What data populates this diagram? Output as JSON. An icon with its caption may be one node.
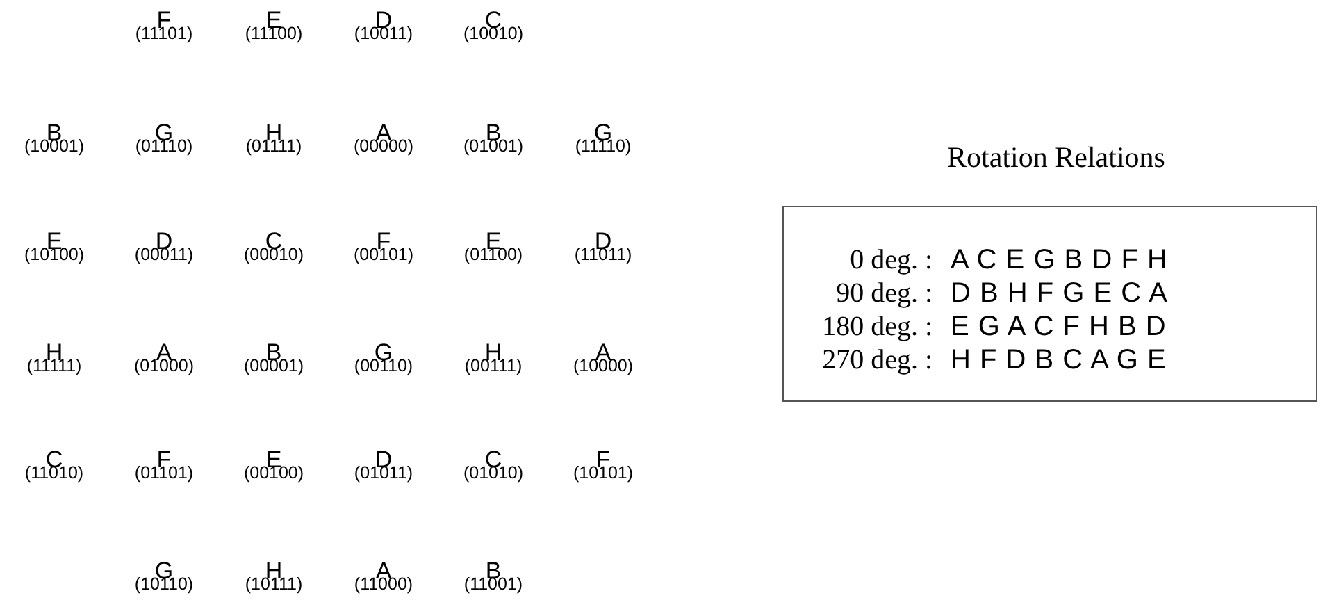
{
  "diagram": {
    "title": "Rotation Relations",
    "nodes": [
      {
        "text": [
          "0 deg. :",
          "A C E G B D F H",
          "90 deg. :",
          "D B H F G E C A",
          "180 deg. :",
          "E G A C F H B D",
          "270 deg. :",
          "H F D B C A G E"
        ]
      }
    ],
    "labels": [
      "F",
      "(11101)",
      "E",
      "(11100)",
      "D",
      "(10011)",
      "C",
      "(10010)",
      "B",
      "(10001)",
      "G",
      "(01110)",
      "H",
      "(01111)",
      "A",
      "(00000)",
      "B",
      "(01001)",
      "G",
      "(11110)",
      "E",
      "(10100)",
      "D",
      "(00011)",
      "C",
      "(00010)",
      "F",
      "(00101)",
      "E",
      "(01100)",
      "D",
      "(11011)",
      "H",
      "(11111)",
      "A",
      "(01000)",
      "B",
      "(00001)",
      "G",
      "(00110)",
      "H",
      "(00111)",
      "A",
      "(10000)",
      "C",
      "(11010)",
      "F",
      "(01101)",
      "E",
      "(00100)",
      "D",
      "(01011)",
      "C",
      "(01010)",
      "F",
      "(10101)",
      "G",
      "(10110)",
      "H",
      "(10111)",
      "A",
      "(11000)",
      "B",
      "(11001)"
    ]
  }
}
